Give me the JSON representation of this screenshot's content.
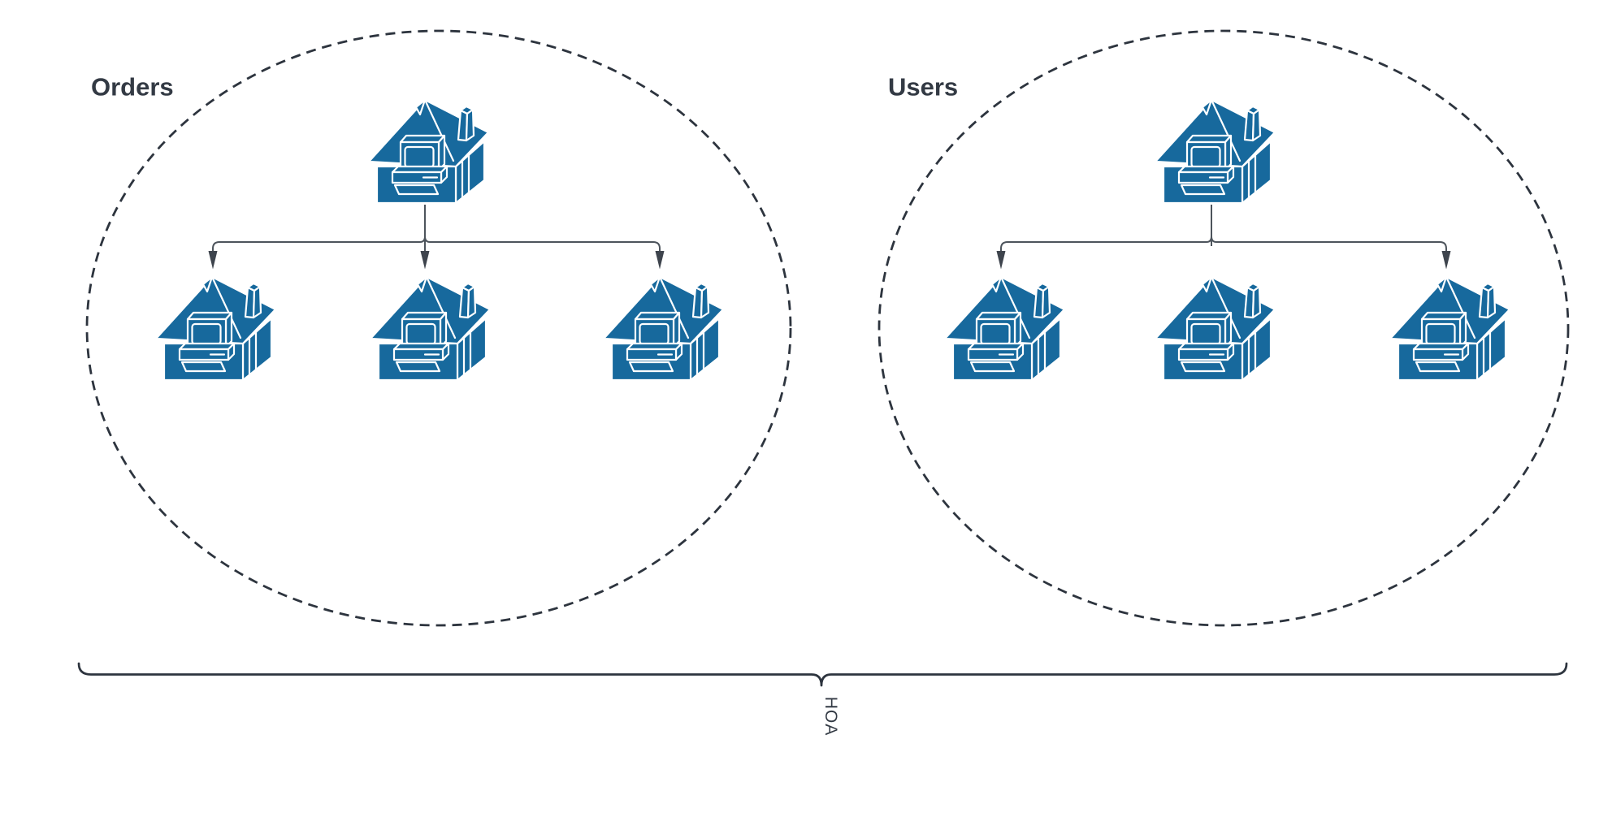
{
  "diagram": {
    "type": "grouped-tree-network-diagram",
    "groups": [
      {
        "label": "Orders",
        "boundary_style": "dashed-ellipse",
        "root_node": {
          "icon": "host-icon"
        },
        "child_nodes": [
          {
            "icon": "host-icon",
            "arrow_from_root": true
          },
          {
            "icon": "host-icon",
            "arrow_from_root": true
          },
          {
            "icon": "host-icon",
            "arrow_from_root": true
          }
        ]
      },
      {
        "label": "Users",
        "boundary_style": "dashed-ellipse",
        "root_node": {
          "icon": "host-icon"
        },
        "child_nodes": [
          {
            "icon": "host-icon",
            "arrow_from_root": true
          },
          {
            "icon": "host-icon",
            "arrow_from_root": false
          },
          {
            "icon": "host-icon",
            "arrow_from_root": true
          }
        ]
      }
    ],
    "brace": {
      "label": "HOA",
      "style": "horizontal-curly-underbrace",
      "label_rotation_deg": 90
    },
    "colors": {
      "background": "#ffffff",
      "node_fill": "#17699d",
      "node_linework": "#ffffff",
      "edge_stroke": "#4d545c",
      "arrowhead_fill": "#3e444d",
      "boundary_stroke": "#2d343e",
      "label_text": "#333a44",
      "brace_stroke": "#2d343e"
    }
  }
}
